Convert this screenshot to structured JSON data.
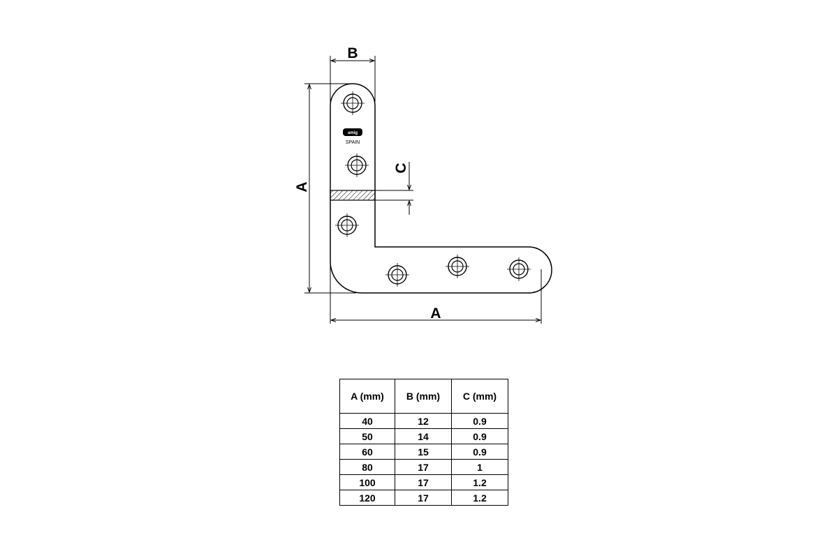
{
  "drawing": {
    "dimension_labels": {
      "b": "B",
      "a_vertical": "A",
      "a_horizontal": "A",
      "c": "C"
    },
    "brand": {
      "logo": "amig",
      "country": "SPAIN"
    }
  },
  "table": {
    "headers": [
      "A (mm)",
      "B (mm)",
      "C (mm)"
    ],
    "rows": [
      [
        "40",
        "12",
        "0.9"
      ],
      [
        "50",
        "14",
        "0.9"
      ],
      [
        "60",
        "15",
        "0.9"
      ],
      [
        "80",
        "17",
        "1"
      ],
      [
        "100",
        "17",
        "1.2"
      ],
      [
        "120",
        "17",
        "1.2"
      ]
    ]
  }
}
